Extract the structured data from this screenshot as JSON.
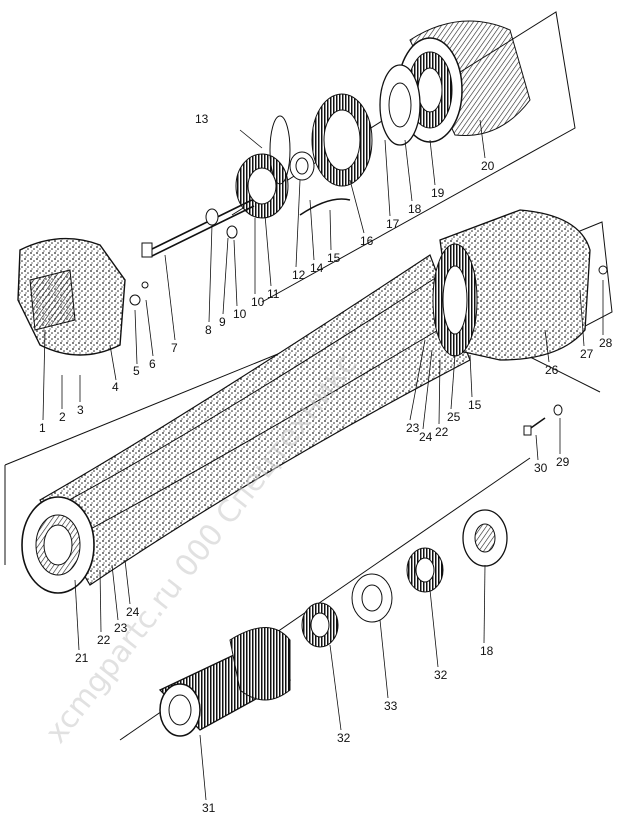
{
  "diagram": {
    "type": "exploded-parts-view",
    "watermark": "xcmgpartc.ru 000 Спецтехникс",
    "callouts": [
      {
        "id": "c1",
        "text": "1"
      },
      {
        "id": "c2",
        "text": "2"
      },
      {
        "id": "c3",
        "text": "3"
      },
      {
        "id": "c4",
        "text": "4"
      },
      {
        "id": "c5",
        "text": "5"
      },
      {
        "id": "c6",
        "text": "6"
      },
      {
        "id": "c7",
        "text": "7"
      },
      {
        "id": "c8",
        "text": "8"
      },
      {
        "id": "c9",
        "text": "9"
      },
      {
        "id": "c10a",
        "text": "10"
      },
      {
        "id": "c10b",
        "text": "10"
      },
      {
        "id": "c11",
        "text": "11"
      },
      {
        "id": "c12",
        "text": "12"
      },
      {
        "id": "c13",
        "text": "13"
      },
      {
        "id": "c14",
        "text": "14"
      },
      {
        "id": "c15a",
        "text": "15"
      },
      {
        "id": "c15b",
        "text": "15"
      },
      {
        "id": "c16",
        "text": "16"
      },
      {
        "id": "c17",
        "text": "17"
      },
      {
        "id": "c18a",
        "text": "18"
      },
      {
        "id": "c18b",
        "text": "18"
      },
      {
        "id": "c19",
        "text": "19"
      },
      {
        "id": "c20",
        "text": "20"
      },
      {
        "id": "c21",
        "text": "21"
      },
      {
        "id": "c22a",
        "text": "22"
      },
      {
        "id": "c22b",
        "text": "22"
      },
      {
        "id": "c23a",
        "text": "23"
      },
      {
        "id": "c23b",
        "text": "23"
      },
      {
        "id": "c24a",
        "text": "24"
      },
      {
        "id": "c24b",
        "text": "24"
      },
      {
        "id": "c25",
        "text": "25"
      },
      {
        "id": "c26",
        "text": "26"
      },
      {
        "id": "c27",
        "text": "27"
      },
      {
        "id": "c28",
        "text": "28"
      },
      {
        "id": "c29",
        "text": "29"
      },
      {
        "id": "c30",
        "text": "30"
      },
      {
        "id": "c31",
        "text": "31"
      },
      {
        "id": "c32a",
        "text": "32"
      },
      {
        "id": "c32b",
        "text": "32"
      },
      {
        "id": "c33",
        "text": "33"
      }
    ]
  }
}
